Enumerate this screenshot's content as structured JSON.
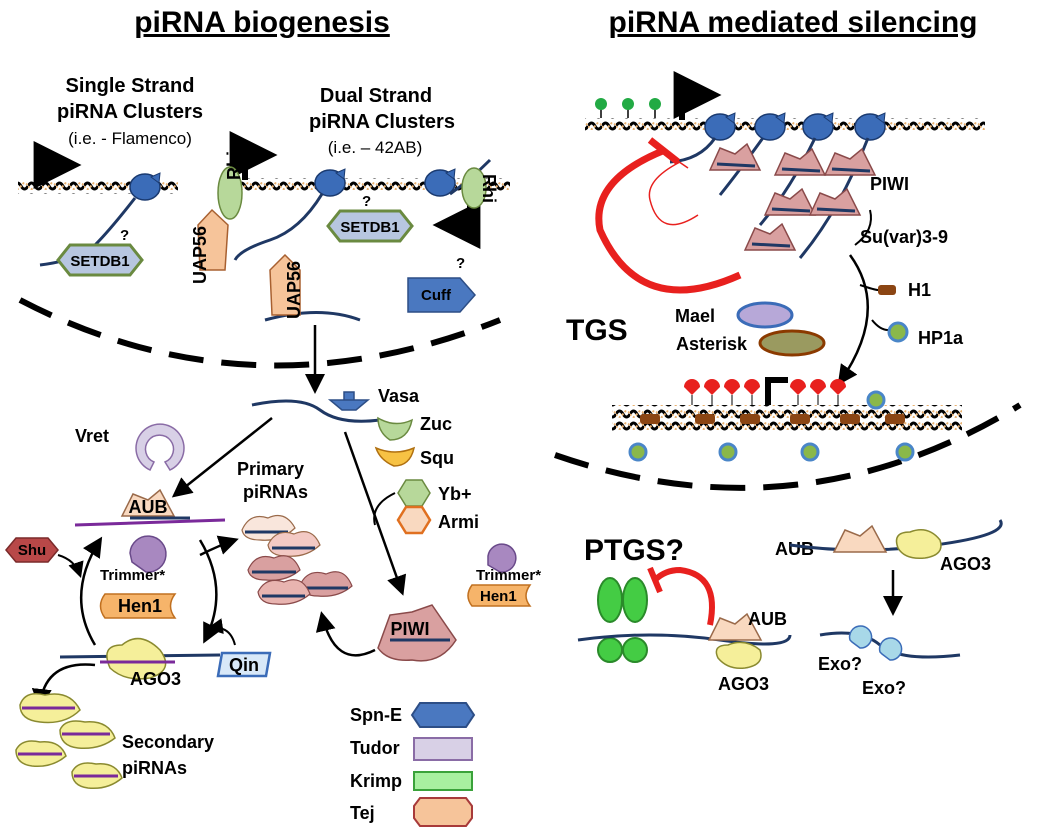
{
  "titles": {
    "left": "piRNA biogenesis",
    "right": "piRNA mediated silencing"
  },
  "clusters": {
    "single_line1": "Single Strand",
    "single_line2": "piRNA Clusters",
    "single_example": "(i.e. - Flamenco)",
    "dual_line1": "Dual Strand",
    "dual_line2": "piRNA Clusters",
    "dual_example": "(i.e. – 42AB)"
  },
  "proteins": {
    "setdb1": "SETDB1",
    "rhi": "Rhi",
    "uap56": "UAP56",
    "cuff": "Cuff",
    "question": "?",
    "vasa": "Vasa",
    "zuc": "Zuc",
    "squ": "Squ",
    "yb": "Yb+",
    "armi": "Armi",
    "vret": "Vret",
    "aub": "AUB",
    "shu": "Shu",
    "trimmer": "Trimmer*",
    "hen1": "Hen1",
    "ago3": "AGO3",
    "qin": "Qin",
    "primary1": "Primary",
    "primary2": "piRNAs",
    "secondary1": "Secondary",
    "secondary2": "piRNAs",
    "piwi": "PIWI"
  },
  "legend": [
    {
      "label": "Spn-E",
      "color": "#4a78c0",
      "border": "#2d4e86",
      "shape": "hexagon"
    },
    {
      "label": "Tudor",
      "color": "#d8d0e6",
      "border": "#8a6ca6",
      "shape": "rect"
    },
    {
      "label": "Krimp",
      "color": "#a8f0a0",
      "border": "#3aa23a",
      "shape": "rect"
    },
    {
      "label": "Tej",
      "color": "#f6c49a",
      "border": "#a83a3a",
      "shape": "octagon"
    }
  ],
  "silencing": {
    "piwi": "PIWI",
    "suvar": "Su(var)3-9",
    "h1": "H1",
    "hp1a": "HP1a",
    "tgs": "TGS",
    "mael": "Mael",
    "asterisk": "Asterisk",
    "ptgs": "PTGS?",
    "aub": "AUB",
    "ago3": "AGO3",
    "aub2": "AUB",
    "ago3b": "AGO3",
    "exo1": "Exo?",
    "exo2": "Exo?"
  },
  "colors": {
    "rna": "#1f3864",
    "piwi_fill": "#d9a0a0",
    "aub_fill": "#f9d9c0",
    "ago3_fill": "#f5ef9a",
    "chromatin": "#f2c894",
    "red": "#e8201e",
    "green_mark": "#22aa44",
    "blue_pol": "#3b6cb8"
  }
}
